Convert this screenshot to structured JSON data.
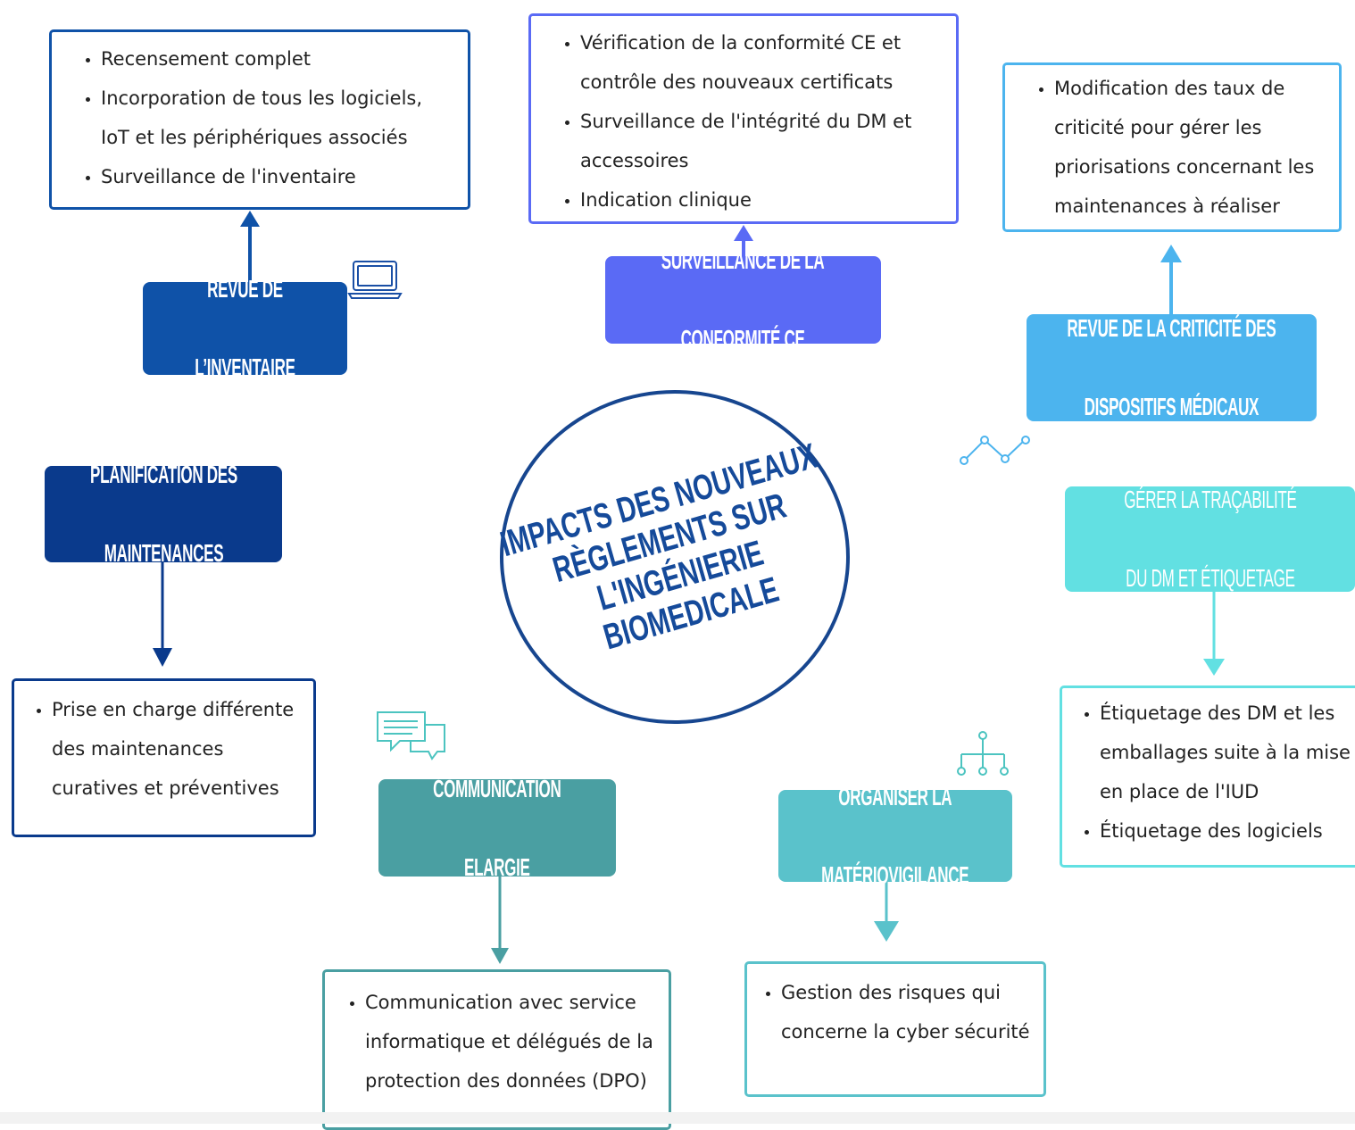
{
  "center": {
    "title_lines": [
      "IMPACTS DES NOUVEAUX",
      "RÈGLEMENTS SUR",
      "L'INGÉNIERIE",
      "BIOMEDICALE"
    ]
  },
  "colors": {
    "dark_blue": "#17468f",
    "royal_blue": "#0f52a8",
    "navy": "#0a3a8c",
    "violet_blue": "#5a6af5",
    "sky_blue": "#4cb4ee",
    "cyan": "#62e0e2",
    "teal": "#4a9fa2",
    "teal_light": "#5ac2cb"
  },
  "nodes": {
    "inventaire": {
      "label_lines": [
        "REVUE DE",
        "L’INVENTAIRE"
      ],
      "items": [
        "Recensement complet",
        " Incorporation de tous les logiciels, IoT et les périphériques associés",
        "Surveillance de l'inventaire"
      ],
      "icon": "laptop-icon"
    },
    "conformite": {
      "label_lines": [
        "SURVEILLANCE DE LA",
        "CONFORMITÉ CE"
      ],
      "items": [
        "Vérification de la conformité CE  et contrôle des nouveaux certificats",
        "Surveillance de l'intégrité du DM et accessoires",
        "Indication clinique"
      ]
    },
    "criticite": {
      "label_lines": [
        "REVUE DE LA CRITICITÉ DES",
        "DISPOSITIFS MÉDICAUX"
      ],
      "items": [
        "Modification des taux de criticité pour gérer les priorisations concernant les maintenances à réaliser"
      ],
      "icon": "line-chart-icon"
    },
    "planification": {
      "label_lines": [
        "PLANIFICATION DES",
        "MAINTENANCES"
      ],
      "items": [
        "Prise en charge différente des maintenances curatives et préventives"
      ]
    },
    "tracabilite": {
      "label_lines": [
        "GÉRER LA TRAÇABILITÉ",
        "DU DM ET ÉTIQUETAGE"
      ],
      "items": [
        "Étiquetage des DM et les emballages suite à la mise en place de l'IUD",
        "Étiquetage des logiciels"
      ]
    },
    "communication": {
      "label_lines": [
        "COMMUNICATION",
        "ELARGIE"
      ],
      "items": [
        "Communication avec  service informatique et délégués de la protection des données (DPO)"
      ],
      "icon": "chat-bubbles-icon"
    },
    "materiovigilance": {
      "label_lines": [
        "ORGANISER LA",
        "MATÉRIOVIGILANCE"
      ],
      "items": [
        "Gestion des risques qui concerne la cyber sécurité"
      ],
      "icon": "hierarchy-icon"
    }
  }
}
